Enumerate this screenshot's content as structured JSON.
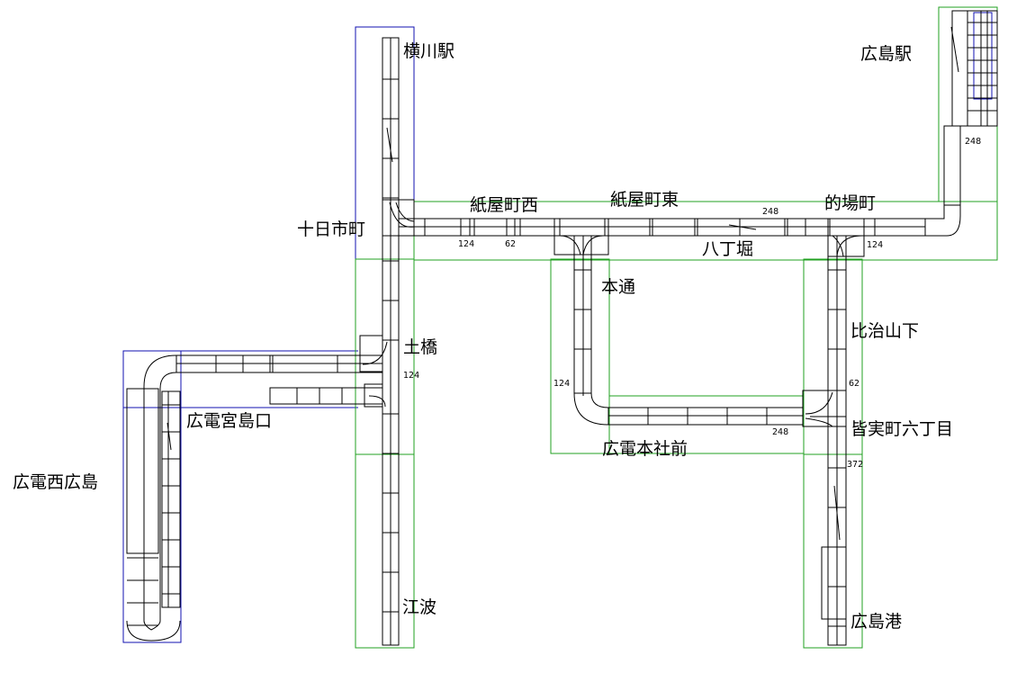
{
  "stations": {
    "yokogawa": "横川駅",
    "tokaichimachi": "十日市町",
    "kamiyacho_nishi": "紙屋町西",
    "kamiyacho_higashi": "紙屋町東",
    "hatchobori": "八丁堀",
    "matobacho": "的場町",
    "hiroshima_station": "広島駅",
    "hondori": "本通",
    "hijiyamashita": "比治山下",
    "dobashi": "土橋",
    "hiroden_miyajimaguchi": "広電宮島口",
    "hiroden_nishihiroshima": "広電西広島",
    "minamimachi_rokuchome": "皆実町六丁目",
    "hiroden_honsha_mae": "広電本社前",
    "eba": "江波",
    "hiroshima_port": "広島港"
  },
  "track_lengths": {
    "l1": "124",
    "l2": "62",
    "l3": "248",
    "l4": "124",
    "l5": "248",
    "l6": "124",
    "l7": "124",
    "l8": "62",
    "l9": "248",
    "l10": "372"
  }
}
